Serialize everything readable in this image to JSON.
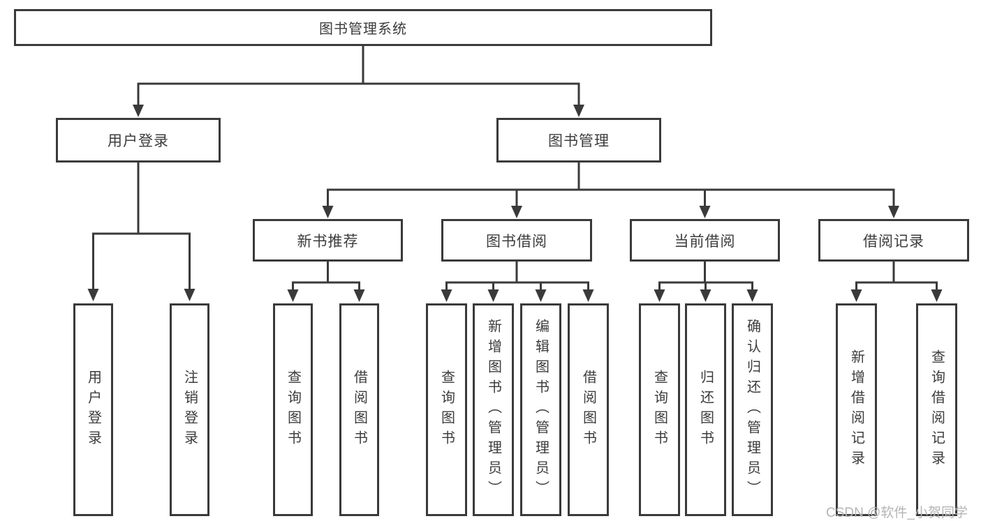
{
  "colors": {
    "line": "#3a3a3a",
    "text": "#3c3c3c",
    "background": "#ffffff",
    "watermark": "#b5b5b5"
  },
  "watermark": {
    "text": "CSDN @软件_小贺同学"
  },
  "tree": {
    "root": {
      "label": "图书管理系统",
      "children": [
        {
          "label": "用户登录",
          "children": [
            {
              "label": "用户登录"
            },
            {
              "label": "注销登录"
            }
          ]
        },
        {
          "label": "图书管理",
          "children": [
            {
              "label": "新书推荐",
              "children": [
                {
                  "label": "查询图书"
                },
                {
                  "label": "借阅图书"
                }
              ]
            },
            {
              "label": "图书借阅",
              "children": [
                {
                  "label": "查询图书"
                },
                {
                  "label": "新增图书（管理员）"
                },
                {
                  "label": "编辑图书（管理员）"
                },
                {
                  "label": "借阅图书"
                }
              ]
            },
            {
              "label": "当前借阅",
              "children": [
                {
                  "label": "查询图书"
                },
                {
                  "label": "归还图书"
                },
                {
                  "label": "确认归还（管理员）"
                }
              ]
            },
            {
              "label": "借阅记录",
              "children": [
                {
                  "label": "新增借阅记录"
                },
                {
                  "label": "查询借阅记录"
                }
              ]
            }
          ]
        }
      ]
    }
  }
}
